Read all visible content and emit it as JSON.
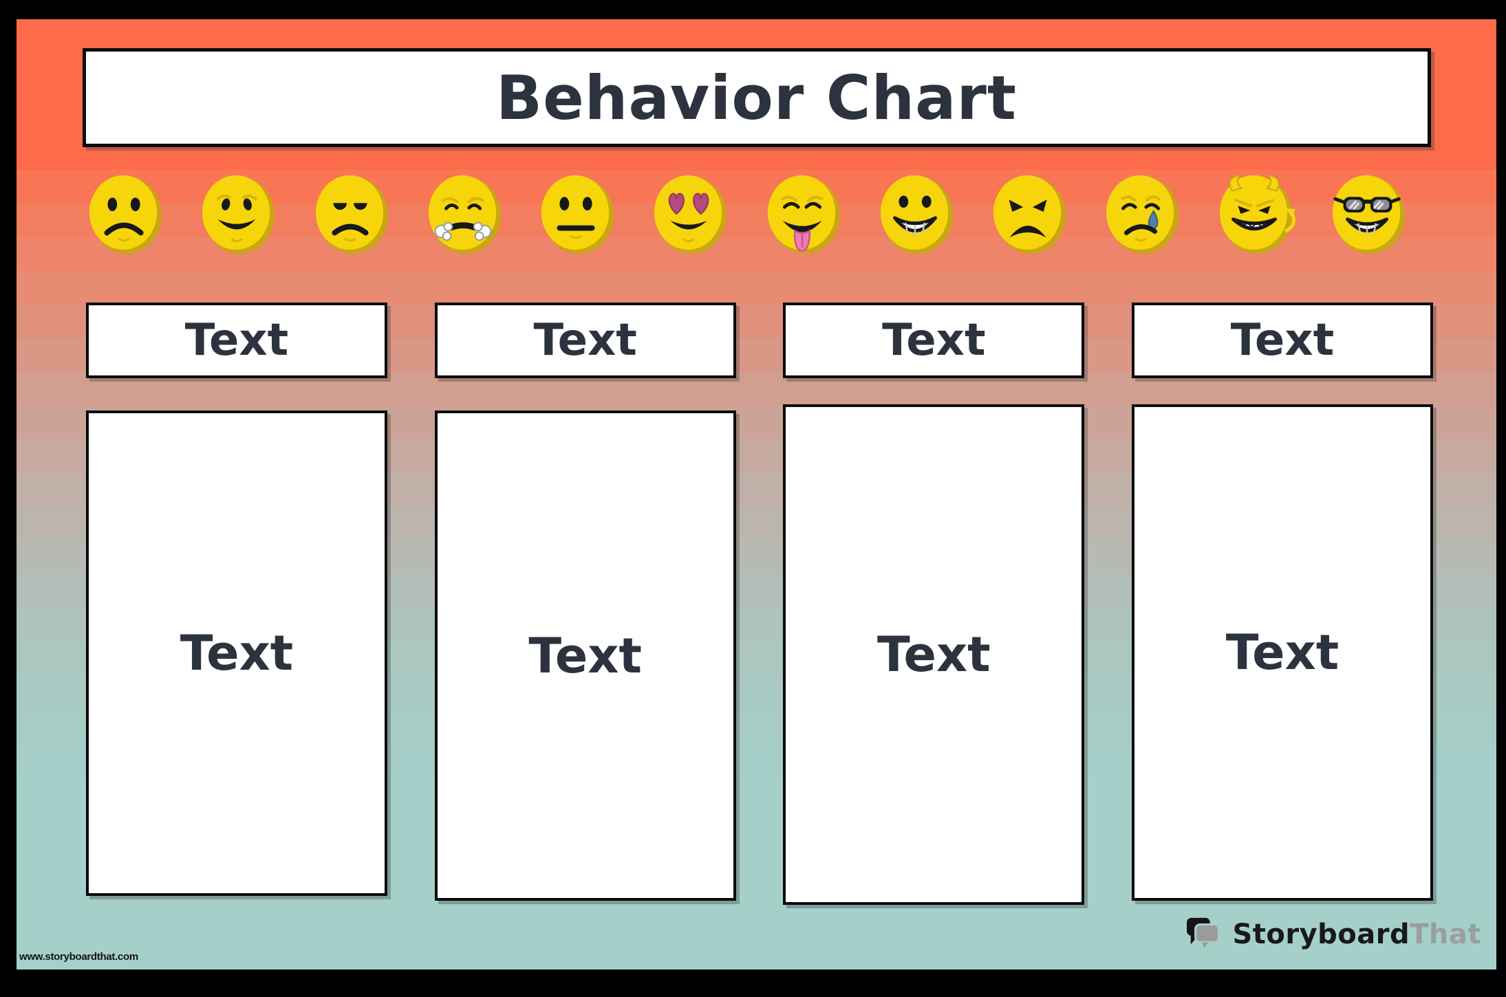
{
  "title": "Behavior Chart",
  "emoji_row": [
    "sad-face-icon",
    "smiling-face-icon",
    "annoyed-face-icon",
    "steaming-angry-face-icon",
    "neutral-face-icon",
    "heart-eyes-face-icon",
    "tongue-out-face-icon",
    "grinning-face-icon",
    "angry-face-icon",
    "crying-face-icon",
    "devil-face-icon",
    "cool-sunglasses-face-icon"
  ],
  "columns": [
    {
      "header": "Text",
      "body": "Text"
    },
    {
      "header": "Text",
      "body": "Text"
    },
    {
      "header": "Text",
      "body": "Text"
    },
    {
      "header": "Text",
      "body": "Text"
    }
  ],
  "footer": {
    "watermark": "www.storyboardthat.com",
    "brand_primary": "Storyboard",
    "brand_secondary": "That"
  },
  "colors": {
    "accent_orange": "#FC6B4A",
    "accent_teal": "#A5D0CA",
    "text_dark": "#2D333E",
    "emoji_yellow": "#F6D60A",
    "emoji_shade": "#C9A613",
    "heart_pink": "#B34B7E",
    "tongue_pink": "#F07EB2",
    "tear_blue": "#4E82AC"
  }
}
